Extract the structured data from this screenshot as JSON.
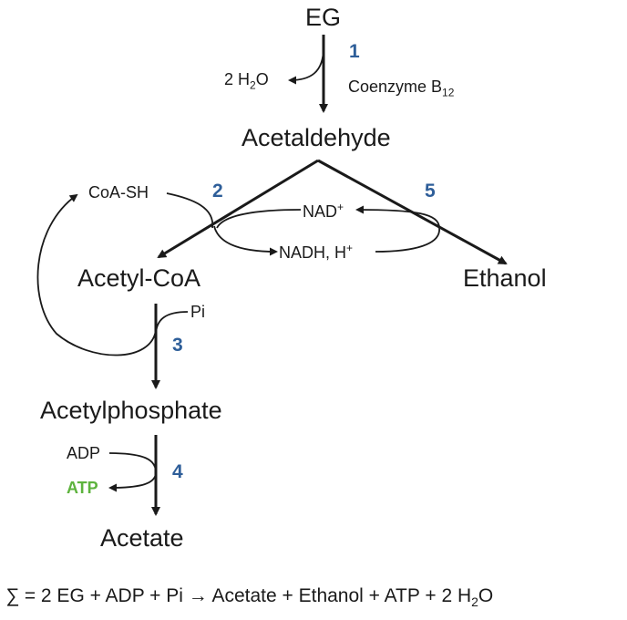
{
  "metabolites": {
    "eg": "EG",
    "acetaldehyde": "Acetaldehyde",
    "acetyl_coa": "Acetyl-CoA",
    "ethanol": "Ethanol",
    "acetylphosphate": "Acetylphosphate",
    "acetate": "Acetate"
  },
  "cofactors": {
    "water_prefix": "2 H",
    "water_sub": "2",
    "water_suffix": "O",
    "coenzyme": "Coenzyme B",
    "coenzyme_sub": "12",
    "coa_sh": "CoA-SH",
    "nad": "NAD",
    "nad_sup": "+",
    "nadh": "NADH, H",
    "nadh_sup": "+",
    "pi": "Pi",
    "adp": "ADP",
    "atp": "ATP"
  },
  "steps": [
    "1",
    "2",
    "3",
    "4",
    "5"
  ],
  "summary": {
    "symbol": "∑",
    "text": " = 2 EG + ADP + Pi → Acetate + Ethanol + ATP + 2 H",
    "sub": "2",
    "end": "O"
  },
  "colors": {
    "arrow": "#1a1a1a",
    "step_number": "#2e5e99",
    "atp": "#5db33d"
  }
}
